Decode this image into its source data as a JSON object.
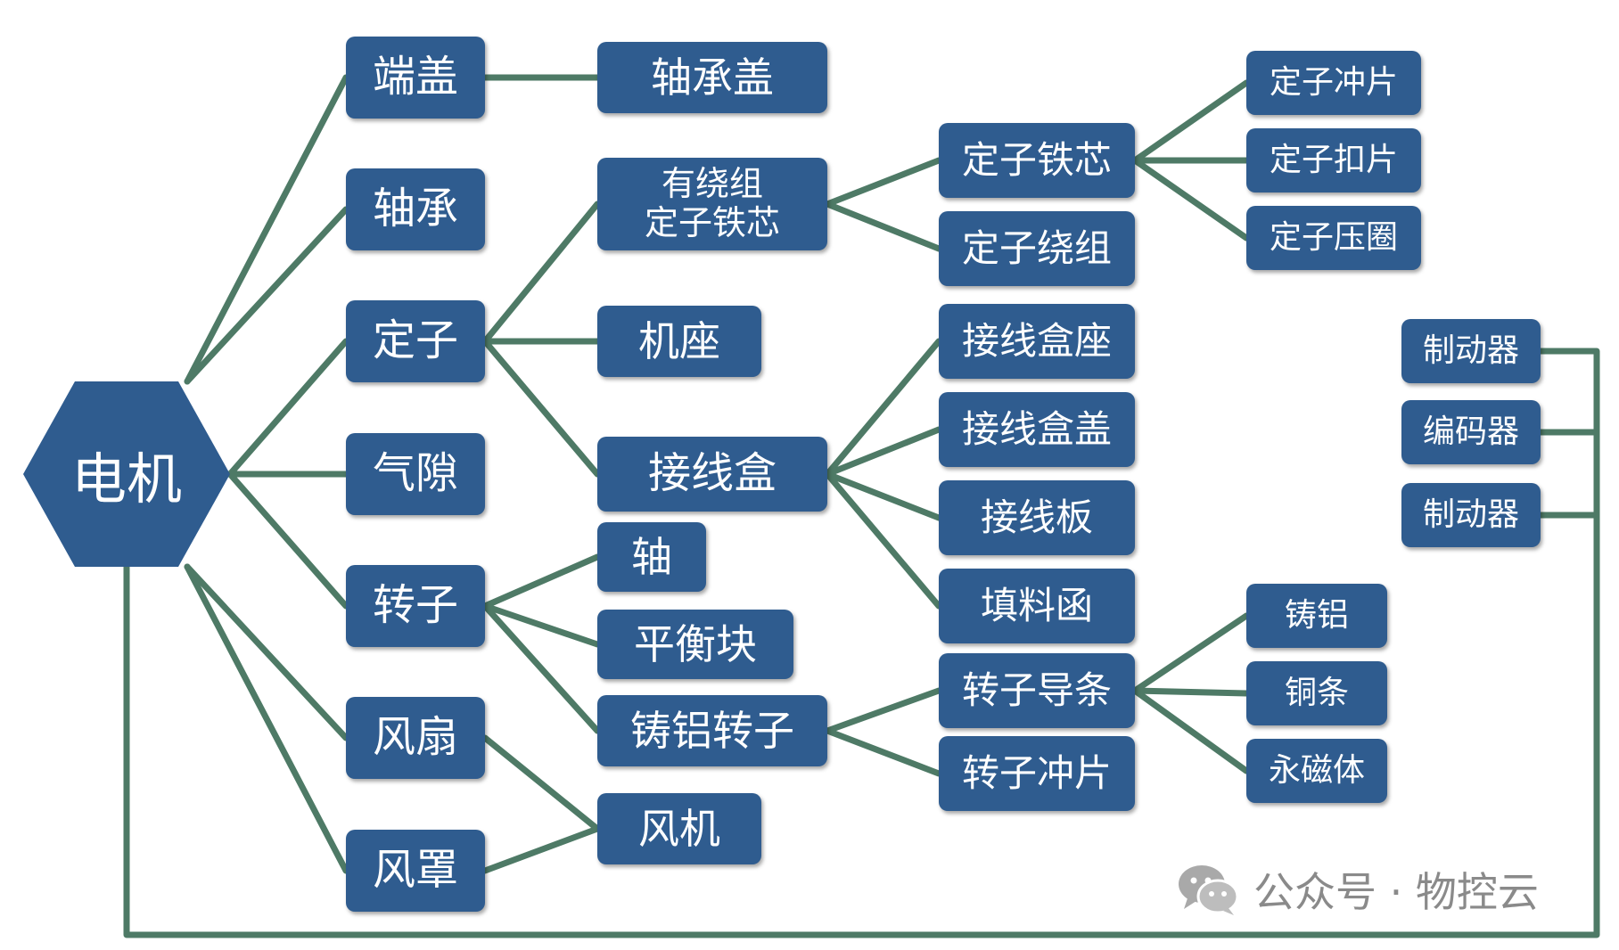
{
  "root": {
    "label": "电机"
  },
  "level1": {
    "duangai": "端盖",
    "zhoucheng": "轴承",
    "dingzi": "定子",
    "qixi": "气隙",
    "zhuanzi": "转子",
    "fengshan": "风扇",
    "fengzhao": "风罩"
  },
  "level2": {
    "zhouchenggai": "轴承盖",
    "youraozu": "有绕组\n定子铁芯",
    "jizuo": "机座",
    "jiexianhe": "接线盒",
    "zhou": "轴",
    "pinghengkuai": "平衡块",
    "zhulvzhuanzi": "铸铝转子",
    "fengji": "风机"
  },
  "level3": {
    "dingzitiexin": "定子铁芯",
    "dingziraozu": "定子绕组",
    "jiexianhezuo": "接线盒座",
    "jiexianhegai": "接线盒盖",
    "jiexianban": "接线板",
    "tianliaohan": "填料函",
    "zhuanzidaotiao": "转子导条",
    "zhuanzichongpian": "转子冲片"
  },
  "level4": {
    "dingzichongpian": "定子冲片",
    "dingzikoupian": "定子扣片",
    "dingziyaquan": "定子压圈",
    "zhulv": "铸铝",
    "tongtiao": "铜条",
    "yongcitin": "永磁体"
  },
  "accessories": {
    "zhidongqi_1": "制动器",
    "bianmaqi": "编码器",
    "zhidongqi_2": "制动器"
  },
  "watermark": {
    "text": "公众号 · 物控云",
    "icon": "wechat-icon"
  },
  "colors": {
    "node_fill": "#2F5C8F",
    "connector": "#4E7A66",
    "text": "#ffffff",
    "watermark": "#8a8a8a"
  }
}
